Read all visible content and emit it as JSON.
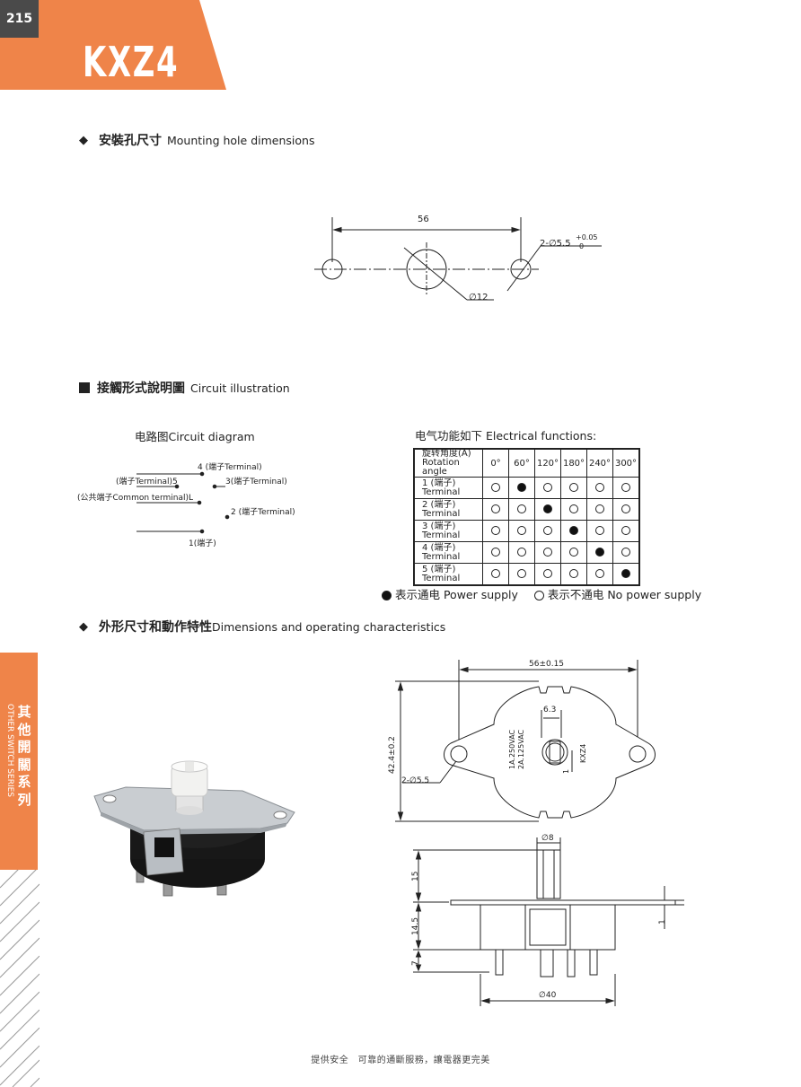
{
  "header": {
    "page_number": "215",
    "model": "KXZ4",
    "accent_color": "#ef8449"
  },
  "sections": {
    "mounting": {
      "zh": "安裝孔尺寸",
      "en": "Mounting hole dimensions"
    },
    "circuit": {
      "zh": "接觸形式說明圖",
      "en": "Circuit illustration"
    },
    "dimensions": {
      "zh": "外形尺寸和動作特性",
      "en": "Dimensions and operating characteristics"
    }
  },
  "mounting_drawing": {
    "width_label": "56",
    "hole_label": "2-∅5.5",
    "tol_upper": "+0.05",
    "tol_lower": "0",
    "center_label": "∅12"
  },
  "circuit_diagram": {
    "title": "电路图Circuit diagram",
    "t4": "4 (端子Terminal)",
    "t5": "(端子Terminal)5",
    "t3": "3(端子Terminal)",
    "common": "(公共端子Common terminal)L",
    "t2": "2 (端子Terminal)",
    "t1": "1(端子)"
  },
  "electrical": {
    "title": "电气功能如下 Electrical functions:",
    "header_zh": "旋转角度(A)",
    "header_en": "Rotation angle",
    "angles": [
      "0°",
      "60°",
      "120°",
      "180°",
      "240°",
      "300°"
    ],
    "rows": [
      {
        "zh": "1 (端子)",
        "en": "Terminal",
        "on": 1
      },
      {
        "zh": "2 (端子)",
        "en": "Terminal",
        "on": 2
      },
      {
        "zh": "3 (端子)",
        "en": "Terminal",
        "on": 3
      },
      {
        "zh": "4 (端子)",
        "en": "Terminal",
        "on": 4
      },
      {
        "zh": "5 (端子)",
        "en": "Terminal",
        "on": 5
      }
    ],
    "legend_on": "表示通电 Power supply",
    "legend_off": "表示不通电 No power supply"
  },
  "top_view": {
    "width": "56±0.15",
    "height": "42.4±0.2",
    "shaft": "6.3",
    "rating1": "1A.250VAC",
    "rating2": "2A.125VAC",
    "model": "KXZ4",
    "flat": "1",
    "hole": "2-∅5.5"
  },
  "side_view": {
    "shaft_dia": "∅8",
    "h1": "15",
    "h2": "14.5",
    "h3": "7",
    "plate": "1",
    "base_dia": "∅40"
  },
  "sidebar": {
    "zh": [
      "其",
      "他",
      "開",
      "關",
      "系",
      "列"
    ],
    "en": "OTHER SWITCH SERIES"
  },
  "footer": "提供安全　可靠的通斷服務，讓電器更完美"
}
